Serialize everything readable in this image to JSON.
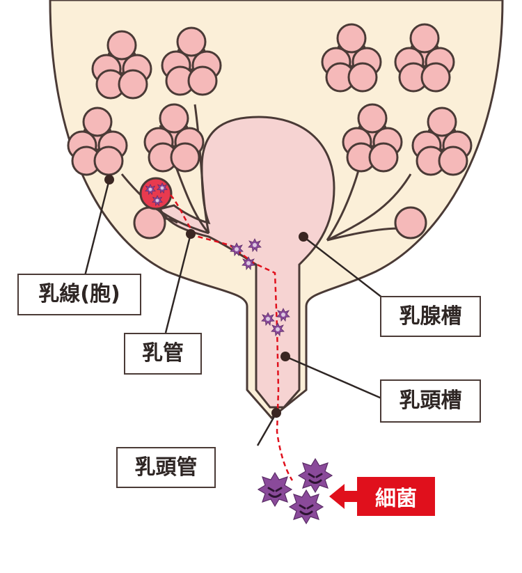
{
  "labels": {
    "alveolus": "乳線(胞)",
    "duct": "乳管",
    "gland_cistern": "乳腺槽",
    "teat_cistern": "乳頭槽",
    "teat_canal": "乳頭管",
    "bacteria": "細菌"
  },
  "colors": {
    "udder_fill": "#fbefd8",
    "tissue_fill": "#f6d3d2",
    "lobule_fill": "#f5b9b9",
    "outline": "#4a3a36",
    "infection": "#e83a4f",
    "bacteria": "#8a4a9a",
    "arrow": "#e0101c"
  },
  "icons": {
    "bacteria": "spiky-germ-icon",
    "pointer_dot": "dot-icon",
    "arrow": "arrow-left-icon"
  }
}
